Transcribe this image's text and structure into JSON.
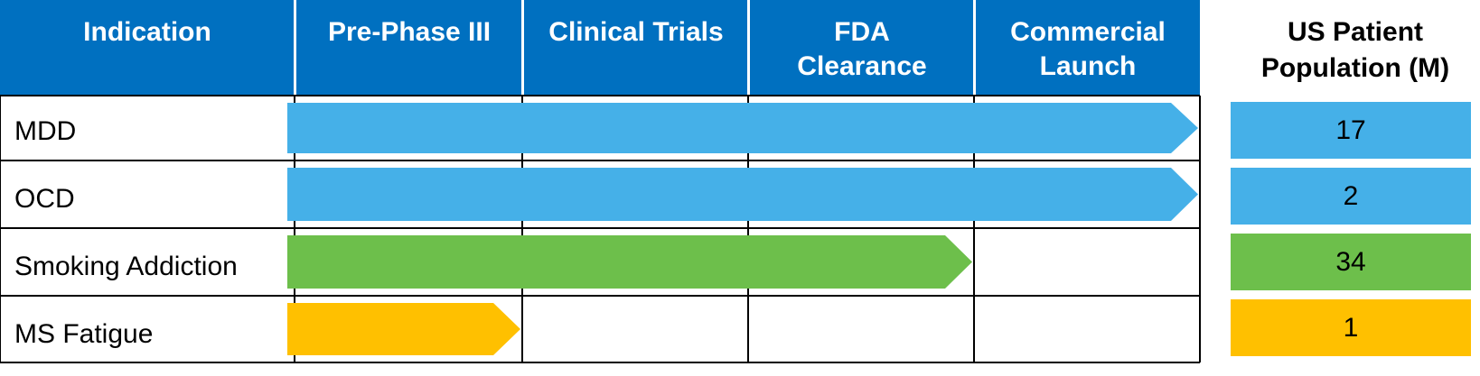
{
  "chart_data": {
    "type": "table",
    "stages": [
      "Indication",
      "Pre-Phase III",
      "Clinical Trials",
      "FDA Clearance",
      "Commercial Launch"
    ],
    "population_header": "US Patient Population (M)",
    "rows": [
      {
        "indication": "MDD",
        "stages_completed": 4,
        "population": "17",
        "color": "#45b0e8"
      },
      {
        "indication": "OCD",
        "stages_completed": 4,
        "population": "2",
        "color": "#45b0e8"
      },
      {
        "indication": "Smoking Addiction",
        "stages_completed": 3,
        "population": "34",
        "color": "#6dbf4b"
      },
      {
        "indication": "MS Fatigue",
        "stages_completed": 1,
        "population": "1",
        "color": "#ffc000"
      }
    ],
    "header_color": "#0070c0"
  }
}
